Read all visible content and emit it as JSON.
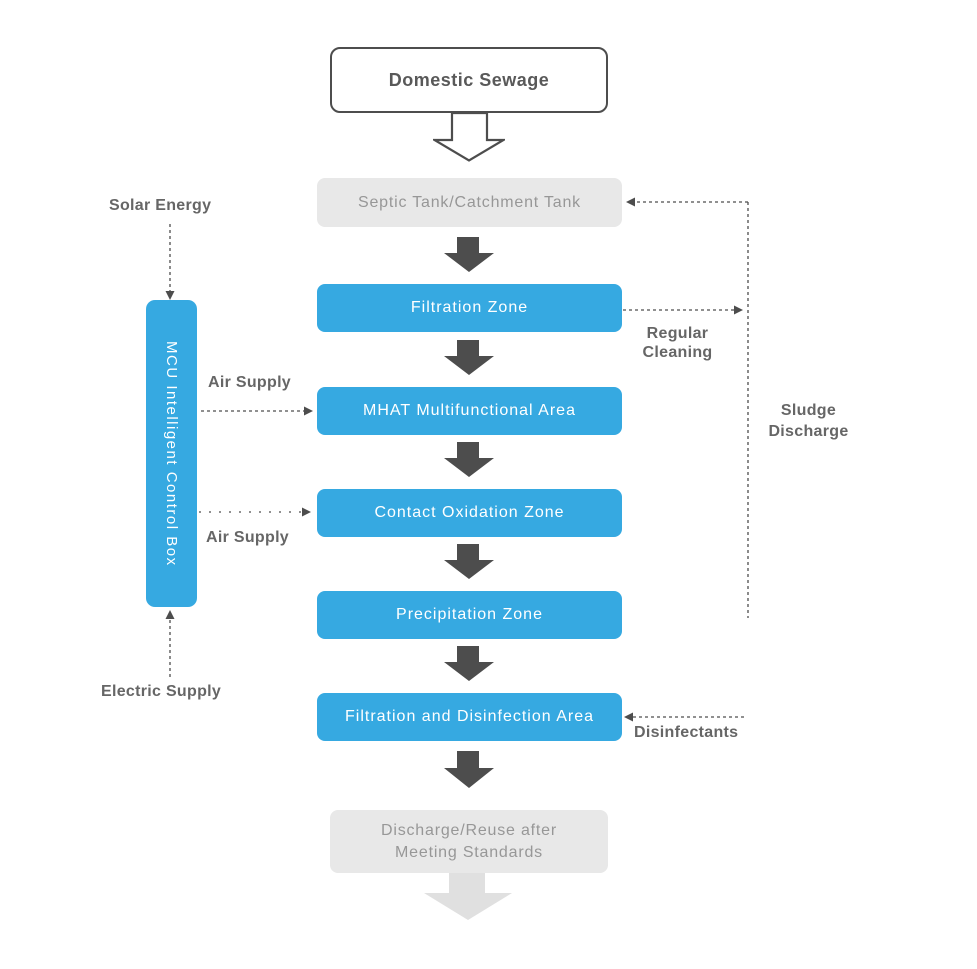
{
  "diagram": {
    "source_label": "Domestic Sewage",
    "stages": [
      {
        "label": "Septic Tank/Catchment Tank"
      },
      {
        "label": "Filtration Zone"
      },
      {
        "label": "MHAT Multifunctional Area"
      },
      {
        "label": "Contact Oxidation Zone"
      },
      {
        "label": "Precipitation Zone"
      },
      {
        "label": "Filtration and Disinfection Area"
      },
      {
        "label": "Discharge/Reuse after Meeting Standards"
      }
    ],
    "control_box_label": "MCU Intelligent Control Box",
    "labels": {
      "solar_energy": "Solar Energy",
      "air_supply_top": "Air Supply",
      "air_supply_bottom": "Air Supply",
      "electric_supply": "Electric Supply",
      "regular_cleaning": "Regular Cleaning",
      "sludge_discharge": "Sludge Discharge",
      "disinfectants": "Disinfectants"
    },
    "colors": {
      "process_blue": "#36A9E1",
      "arrow_dark": "#4D4D4D",
      "box_gray": "#E8E8E8",
      "box_gray_text": "#979797",
      "label_gray": "#666666",
      "light_arrow_gray": "#E0E0E0",
      "title_text": "#595959"
    }
  }
}
